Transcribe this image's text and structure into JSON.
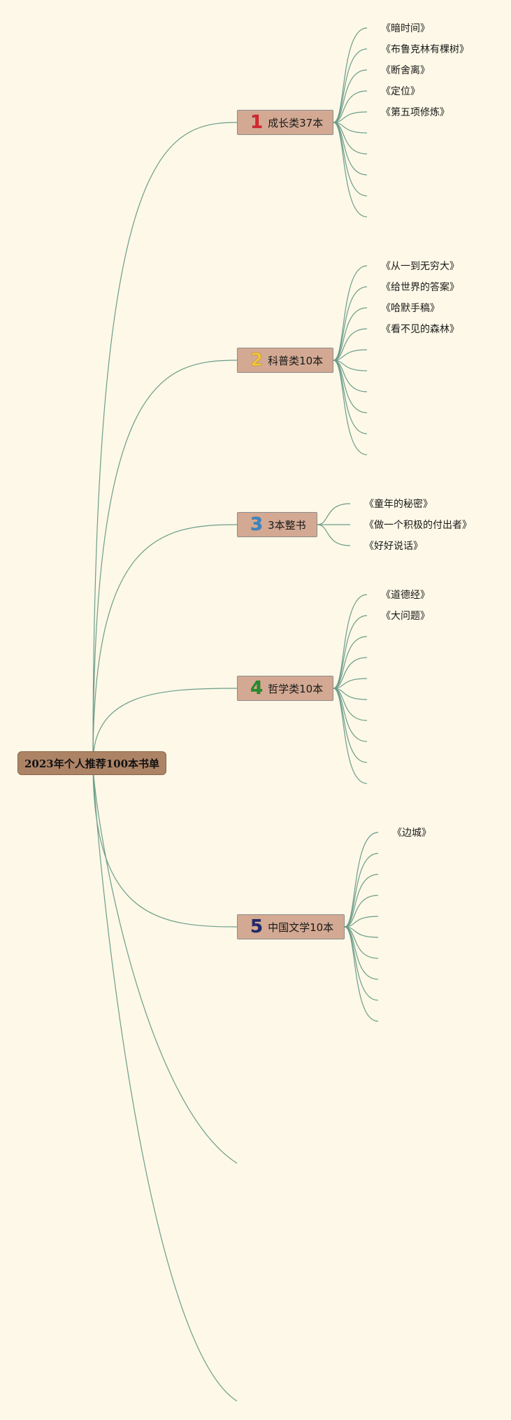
{
  "root": {
    "title": "2023年个人推荐100本书单"
  },
  "colors": {
    "background": "#fdf8e7",
    "line": "#6d9d8b",
    "root_fill": "#ad8366",
    "category_fill": "#d3a993"
  },
  "categories": [
    {
      "number": "1",
      "number_color": "#d8262f",
      "label": "成长类37本",
      "branch_count": 10,
      "books": [
        "《暗时间》",
        "《布鲁克林有棵树》",
        "《断舍离》",
        "《定位》",
        "《第五项修炼》"
      ]
    },
    {
      "number": "2",
      "number_color": "#f2c339",
      "label": "科普类10本",
      "branch_count": 10,
      "books": [
        "《从一到无穷大》",
        "《给世界的答案》",
        "《哈默手稿》",
        "《看不见的森林》"
      ]
    },
    {
      "number": "3",
      "number_color": "#3a87c6",
      "label": "3本整书",
      "branch_count": 3,
      "books": [
        "《童年的秘密》",
        "《做一个积极的付出者》",
        "《好好说话》"
      ]
    },
    {
      "number": "4",
      "number_color": "#238f2a",
      "label": "哲学类10本",
      "branch_count": 10,
      "books": [
        "《道德经》",
        "《大问题》"
      ]
    },
    {
      "number": "5",
      "number_color": "#1f2a6e",
      "label": "中国文学10本",
      "branch_count": 10,
      "books": [
        "《边城》"
      ]
    }
  ],
  "empty_branches": 2
}
